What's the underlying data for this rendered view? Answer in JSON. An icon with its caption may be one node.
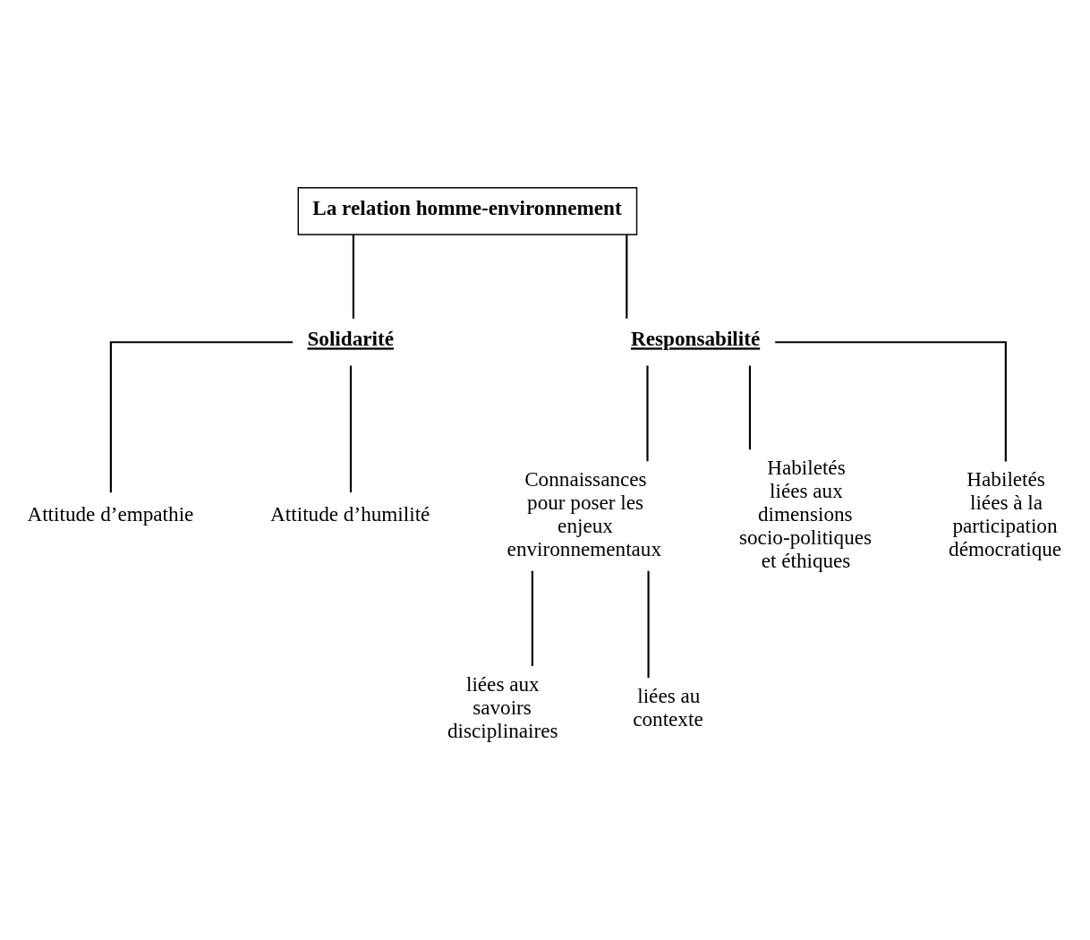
{
  "diagram": {
    "nodes": [
      {
        "text": [
          "La relation homme-environnement"
        ]
      },
      {
        "text": [
          "Solidarité"
        ]
      },
      {
        "text": [
          "Responsabilité"
        ]
      },
      {
        "text": [
          "Attitude d’empathie"
        ]
      },
      {
        "text": [
          "Attitude d’humilité"
        ]
      },
      {
        "text": [
          "Connaissances pour poser les enjeux environnementaux"
        ]
      },
      {
        "text": [
          "Habiletés liées aux dimensions socio-politiques et éthiques"
        ]
      },
      {
        "text": [
          "Habiletés liées à la participation démocratique"
        ]
      },
      {
        "text": [
          "liées aux savoirs disciplinaires"
        ]
      },
      {
        "text": [
          "liées au contexte"
        ]
      }
    ],
    "edges": [
      {
        "from": 0,
        "to": 1,
        "arrow": "none"
      },
      {
        "from": 0,
        "to": 2,
        "arrow": "none"
      },
      {
        "from": 1,
        "to": 3,
        "arrow": "none"
      },
      {
        "from": 1,
        "to": 4,
        "arrow": "none"
      },
      {
        "from": 2,
        "to": 5,
        "arrow": "none"
      },
      {
        "from": 2,
        "to": 6,
        "arrow": "none"
      },
      {
        "from": 2,
        "to": 7,
        "arrow": "none"
      },
      {
        "from": 5,
        "to": 8,
        "arrow": "none"
      },
      {
        "from": 5,
        "to": 9,
        "arrow": "none"
      }
    ]
  }
}
